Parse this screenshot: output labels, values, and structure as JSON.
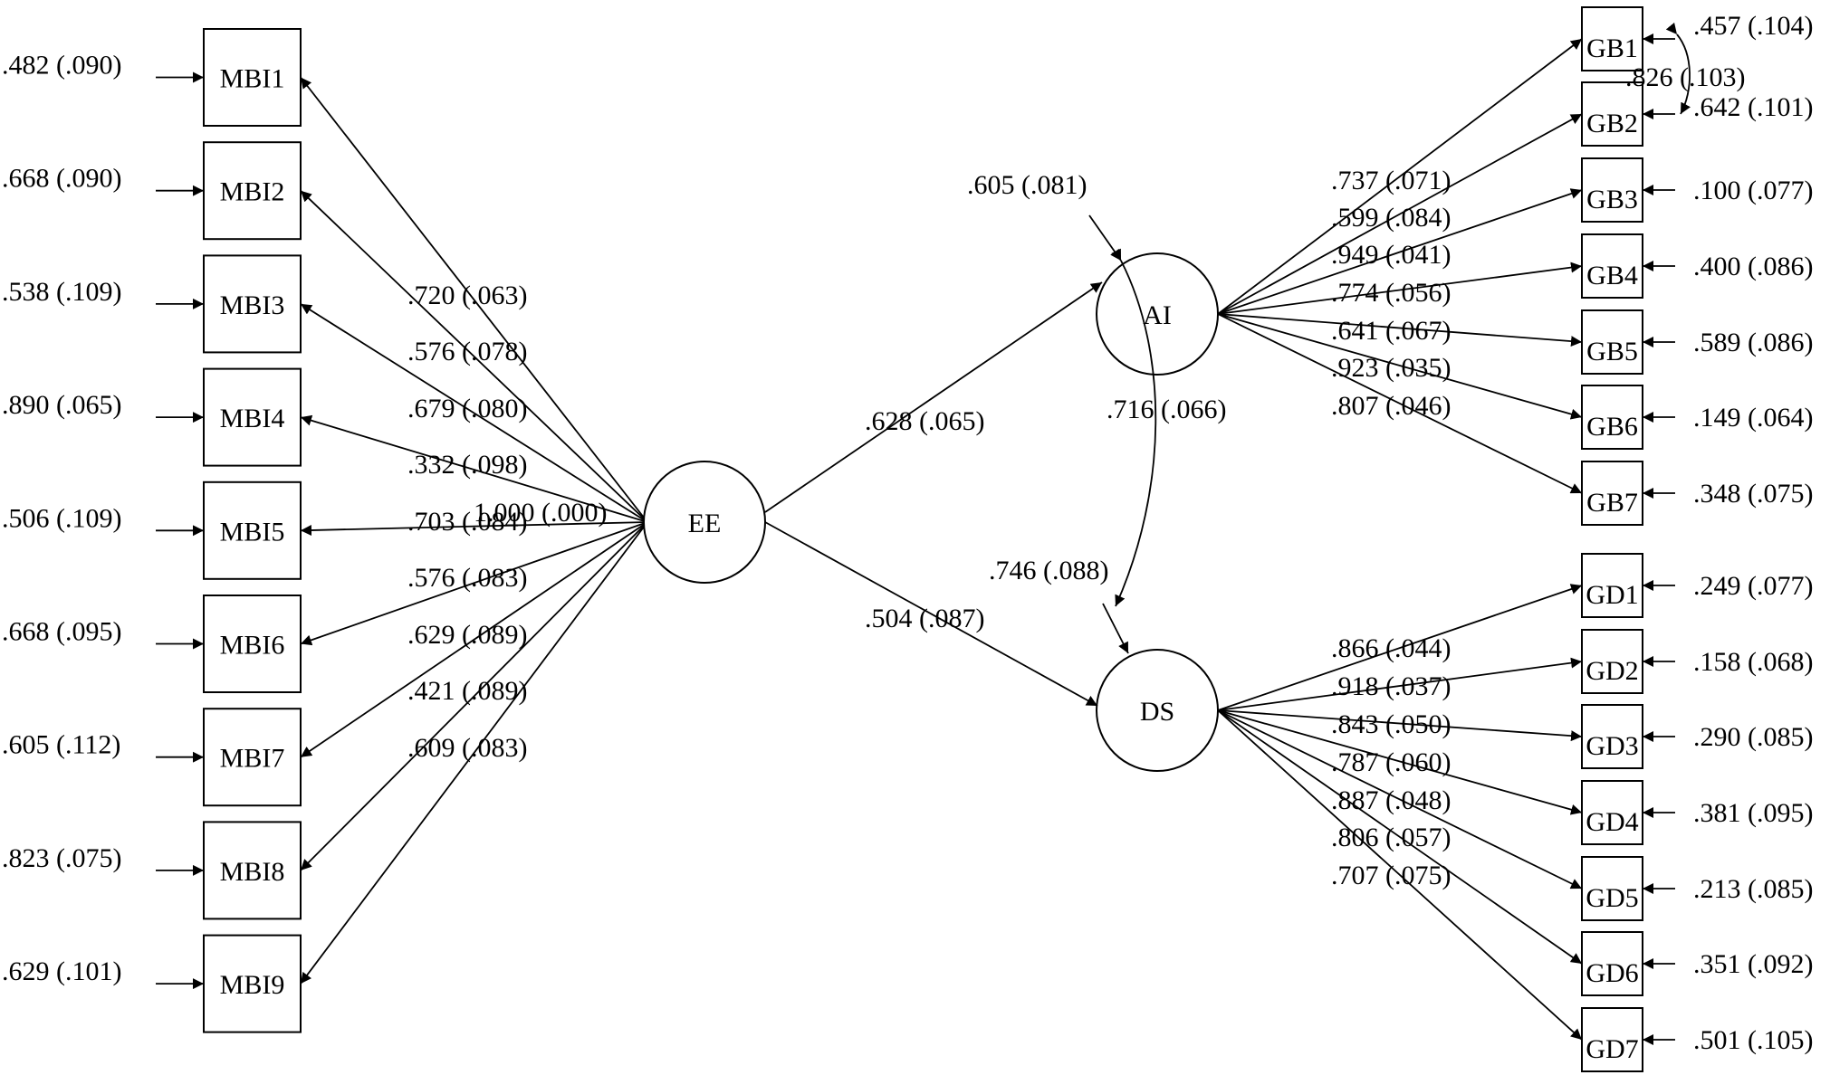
{
  "latent": {
    "EE": "EE",
    "AI": "AI",
    "DS": "DS"
  },
  "mbi": [
    {
      "label": "MBI1",
      "error": ".482 (.090)",
      "loading": ".720 (.063)"
    },
    {
      "label": "MBI2",
      "error": ".668 (.090)",
      "loading": ".576 (.078)"
    },
    {
      "label": "MBI3",
      "error": ".538 (.109)",
      "loading": ".679 (.080)"
    },
    {
      "label": "MBI4",
      "error": ".890 (.065)",
      "loading": ".332 (.098)"
    },
    {
      "label": "MBI5",
      "error": ".506 (.109)",
      "loading": ".703 (.084)"
    },
    {
      "label": "MBI6",
      "error": ".668 (.095)",
      "loading": ".576 (.083)"
    },
    {
      "label": "MBI7",
      "error": ".605 (.112)",
      "loading": ".629 (.089)"
    },
    {
      "label": "MBI8",
      "error": ".823 (.075)",
      "loading": ".421 (.089)"
    },
    {
      "label": "MBI9",
      "error": ".629 (.101)",
      "loading": ".609 (.083)"
    }
  ],
  "ee_variance": "1.000 (.000)",
  "gb": [
    {
      "label": "GB1",
      "error": ".457 (.104)",
      "loading": ".737 (.071)"
    },
    {
      "label": "GB2",
      "error": ".642 (.101)",
      "loading": ".599 (.084)"
    },
    {
      "label": "GB3",
      "error": ".100 (.077)",
      "loading": ".949 (.041)"
    },
    {
      "label": "GB4",
      "error": ".400 (.086)",
      "loading": ".774 (.056)"
    },
    {
      "label": "GB5",
      "error": ".589 (.086)",
      "loading": ".641 (.067)"
    },
    {
      "label": "GB6",
      "error": ".149 (.064)",
      "loading": ".923 (.035)"
    },
    {
      "label": "GB7",
      "error": ".348 (.075)",
      "loading": ".807 (.046)"
    }
  ],
  "gb_covariance": ".826 (.103)",
  "gd": [
    {
      "label": "GD1",
      "error": ".249 (.077)",
      "loading": ".866 (.044)"
    },
    {
      "label": "GD2",
      "error": ".158 (.068)",
      "loading": ".918 (.037)"
    },
    {
      "label": "GD3",
      "error": ".290 (.085)",
      "loading": ".843 (.050)"
    },
    {
      "label": "GD4",
      "error": ".381 (.095)",
      "loading": ".787 (.060)"
    },
    {
      "label": "GD5",
      "error": ".213 (.085)",
      "loading": ".887 (.048)"
    },
    {
      "label": "GD6",
      "error": ".351 (.092)",
      "loading": ".806 (.057)"
    },
    {
      "label": "GD7",
      "error": ".501 (.105)",
      "loading": ".707 (.075)"
    }
  ],
  "structural": {
    "ee_ai": ".628 (.065)",
    "ee_ds": ".504 (.087)",
    "ai_ds_cov": ".716 (.066)",
    "ai_residual": ".605 (.081)",
    "ds_residual": ".746 (.088)"
  }
}
